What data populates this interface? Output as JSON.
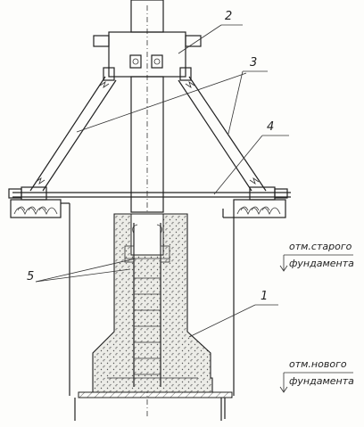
{
  "callouts": [
    {
      "id": "1",
      "text": "1"
    },
    {
      "id": "2",
      "text": "2"
    },
    {
      "id": "3",
      "text": "3"
    },
    {
      "id": "4",
      "text": "4"
    },
    {
      "id": "5",
      "text": "5"
    }
  ],
  "elevations": {
    "old": {
      "line1": "отм.старого",
      "line2": "фундамента"
    },
    "new": {
      "line1": "отм.нового",
      "line2": "фундамента"
    }
  },
  "colors": {
    "ink": "#222222",
    "concrete": "#e9e9e4",
    "paper": "#fdfdfb"
  }
}
